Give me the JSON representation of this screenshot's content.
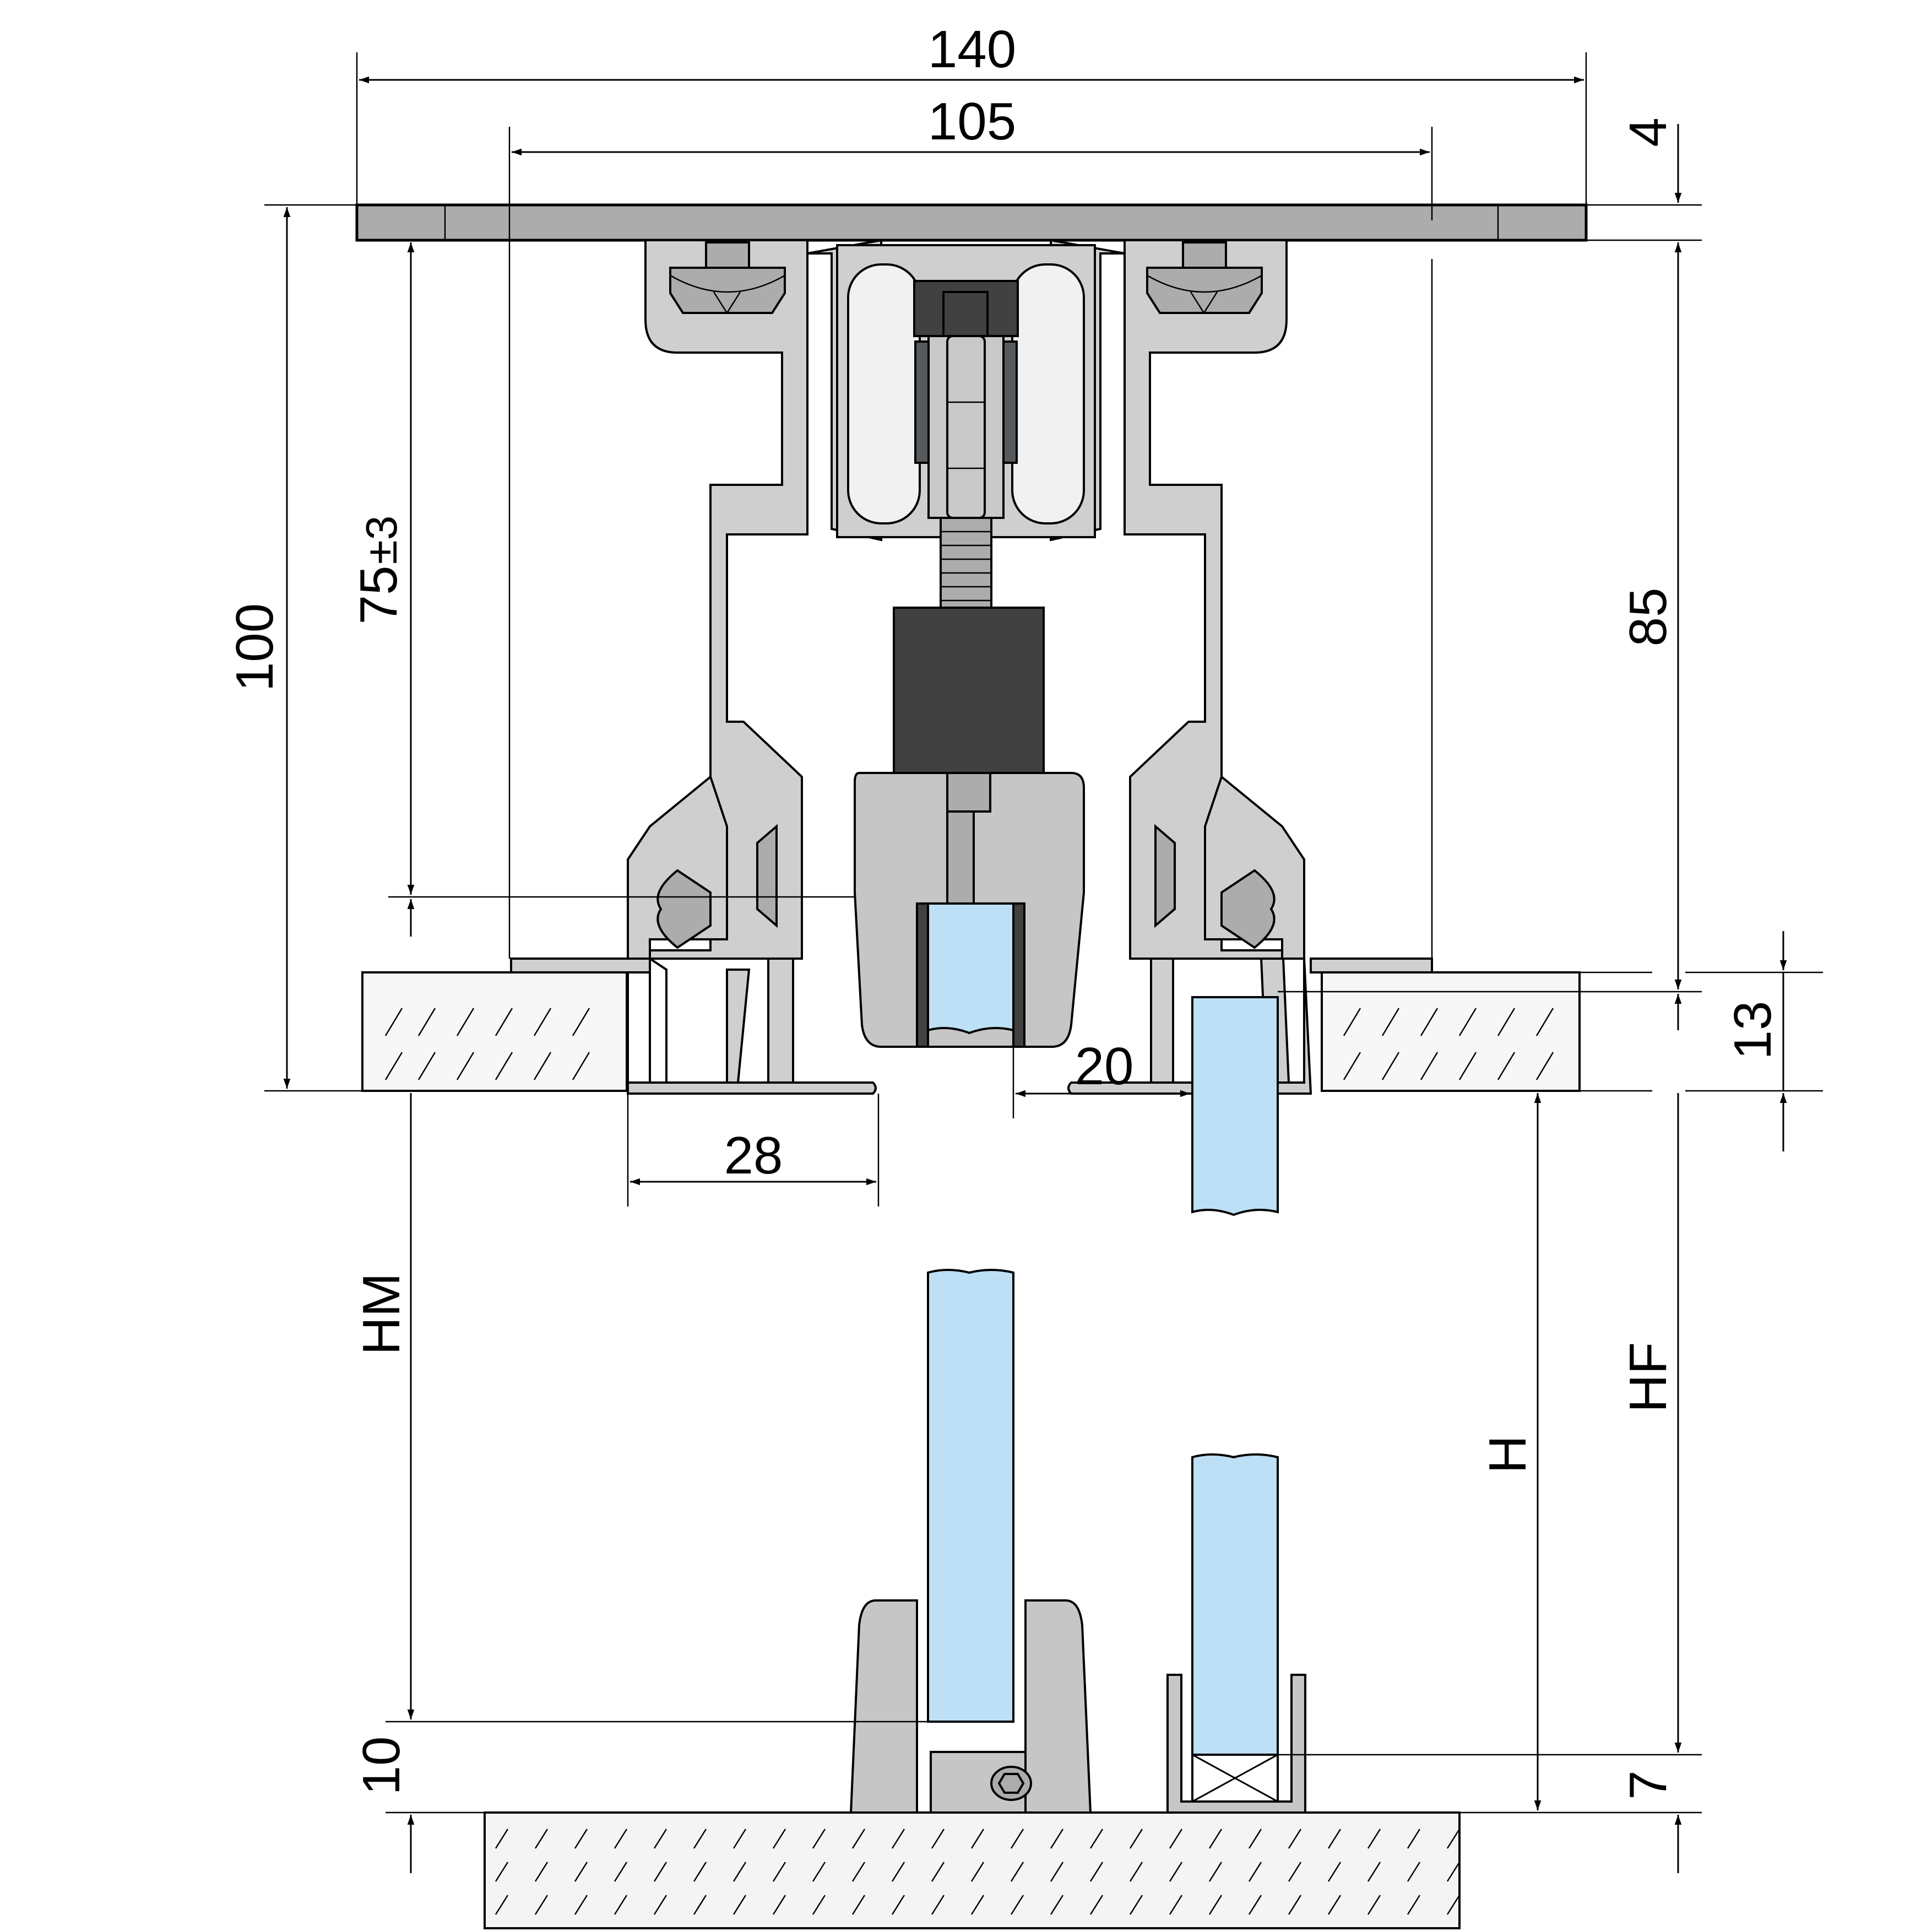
{
  "drawing": {
    "title": "Sliding glass door track system - cross section",
    "colors": {
      "aluminium": "#cfcfcf",
      "ceiling_plate": "#acacac",
      "dark_parts": "#414141",
      "wheels": "#f1f1f1",
      "glass": "#bde0f6",
      "slab": "#f7f7f7",
      "line": "#000000"
    },
    "dimensions": {
      "overall_width": "140",
      "track_width": "105",
      "plate_thickness": "4",
      "total_height": "100",
      "hanger_height": "75",
      "hanger_tolerance": "±3",
      "track_height": "85",
      "ceiling_thickness": "13",
      "guide_width": "28",
      "glass_offset": "20",
      "floor_guide_height": "10",
      "u_channel_height": "7"
    },
    "labels": {
      "moving_panel_height": "HM",
      "opening_height": "H",
      "fixed_panel_height": "HF"
    }
  }
}
